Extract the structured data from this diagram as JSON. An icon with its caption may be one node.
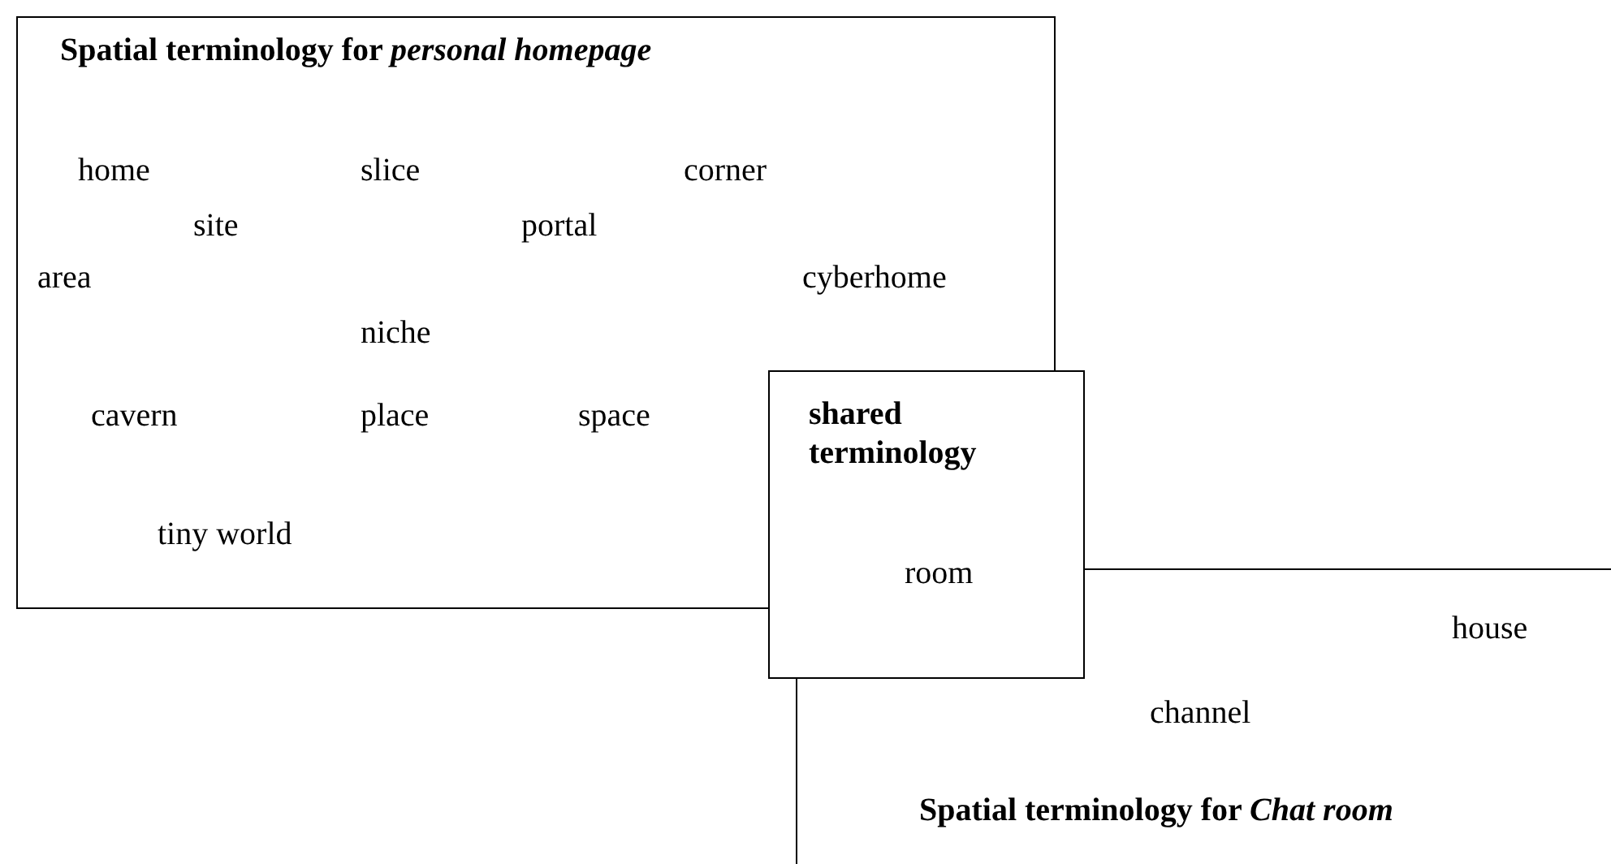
{
  "diagram": {
    "nodes": [
      {
        "text": [
          "Spatial terminology for *personal homepage*",
          "home",
          "slice",
          "corner",
          "site",
          "portal",
          "area",
          "cyberhome",
          "niche",
          "cavern",
          "place",
          "space",
          "tiny world"
        ]
      },
      {
        "text": [
          "shared terminology",
          "room"
        ]
      },
      {
        "text": [
          "house",
          "channel",
          "Spatial terminology for *Chat room*"
        ]
      }
    ]
  }
}
